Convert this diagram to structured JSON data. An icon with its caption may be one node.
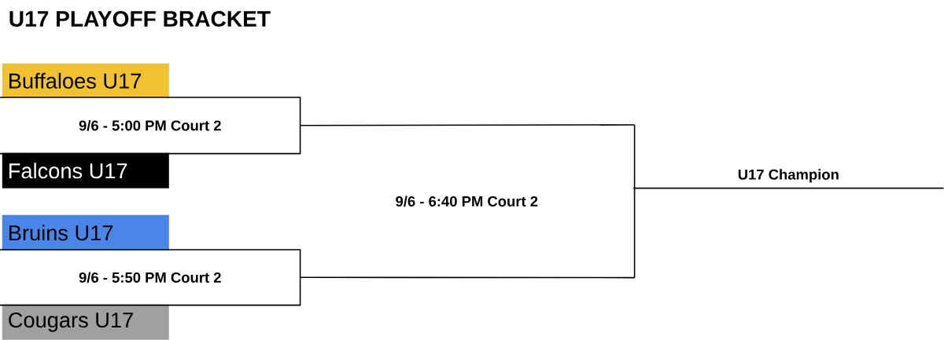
{
  "diagram": {
    "title": "U17 PLAYOFF BRACKET",
    "nodes": [
      {
        "text": [
          "Buffaloes U17"
        ]
      },
      {
        "text": [
          "Falcons U17"
        ]
      },
      {
        "text": [
          "Bruins U17"
        ]
      },
      {
        "text": [
          "Cougars U17"
        ]
      },
      {
        "text": [
          "9/6 - 5:00 PM Court 2"
        ]
      },
      {
        "text": [
          "9/6 - 5:50 PM Court 2"
        ]
      },
      {
        "text": [
          "9/6 - 6:40 PM Court 2"
        ]
      },
      {
        "text": [
          "U17 Champion"
        ]
      }
    ],
    "edges": [
      {
        "from": 4,
        "to": 6,
        "arrow": "none"
      },
      {
        "from": 5,
        "to": 6,
        "arrow": "none"
      }
    ]
  }
}
